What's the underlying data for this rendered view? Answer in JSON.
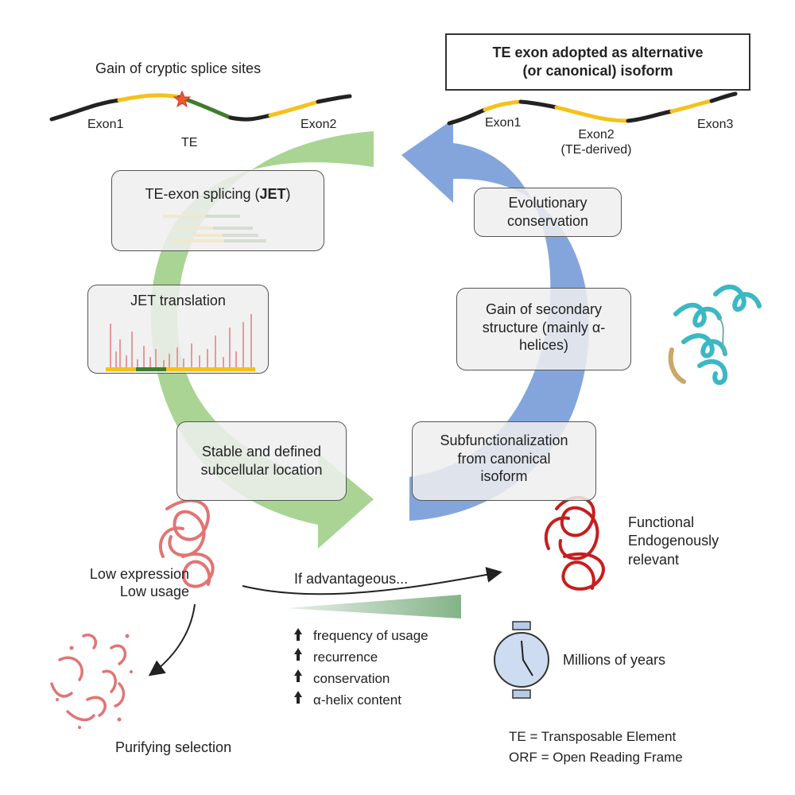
{
  "top_left": {
    "title": "Gain of cryptic splice sites",
    "exon1": "Exon1",
    "te": "TE",
    "exon2": "Exon2"
  },
  "top_right": {
    "title_line1": "TE exon adopted as alternative",
    "title_line2": "(or canonical) isoform",
    "exon1": "Exon1",
    "exon2": "Exon2",
    "exon2_sub": "(TE-derived)",
    "exon3": "Exon3"
  },
  "left_boxes": {
    "splicing_prefix": "TE-exon splicing (",
    "splicing_bold": "JET",
    "splicing_suffix": ")",
    "translation": "JET translation",
    "location_line1": "Stable and defined",
    "location_line2": "subcellular location"
  },
  "right_boxes": {
    "conservation_line1": "Evolutionary",
    "conservation_line2": "conservation",
    "structure_line1": "Gain of secondary",
    "structure_line2": "structure (mainly α-",
    "structure_line3": "helices)",
    "subfunc_line1": "Subfunctionalization",
    "subfunc_line2": "from canonical",
    "subfunc_line3": "isoform"
  },
  "bottom": {
    "low_expression": "Low expression",
    "low_usage": "Low usage",
    "if_advantageous": "If advantageous...",
    "functional": "Functional",
    "endogenously": "Endogenously",
    "relevant": "relevant",
    "purifying": "Purifying selection",
    "millions": "Millions of years",
    "trends": [
      "frequency of usage",
      "recurrence",
      "conservation",
      "α-helix content"
    ],
    "legend_te": "TE = Transposable Element",
    "legend_orf": "ORF = Open Reading Frame"
  },
  "colors": {
    "exon_yellow": "#f5c11a",
    "te_green": "#3e7d2c",
    "cycle_green": "#8cc56f",
    "cycle_blue": "#6f95d6",
    "protein_red": "#c81d1d",
    "protein_pink": "#e27474",
    "helix_teal": "#3bb8c4"
  }
}
